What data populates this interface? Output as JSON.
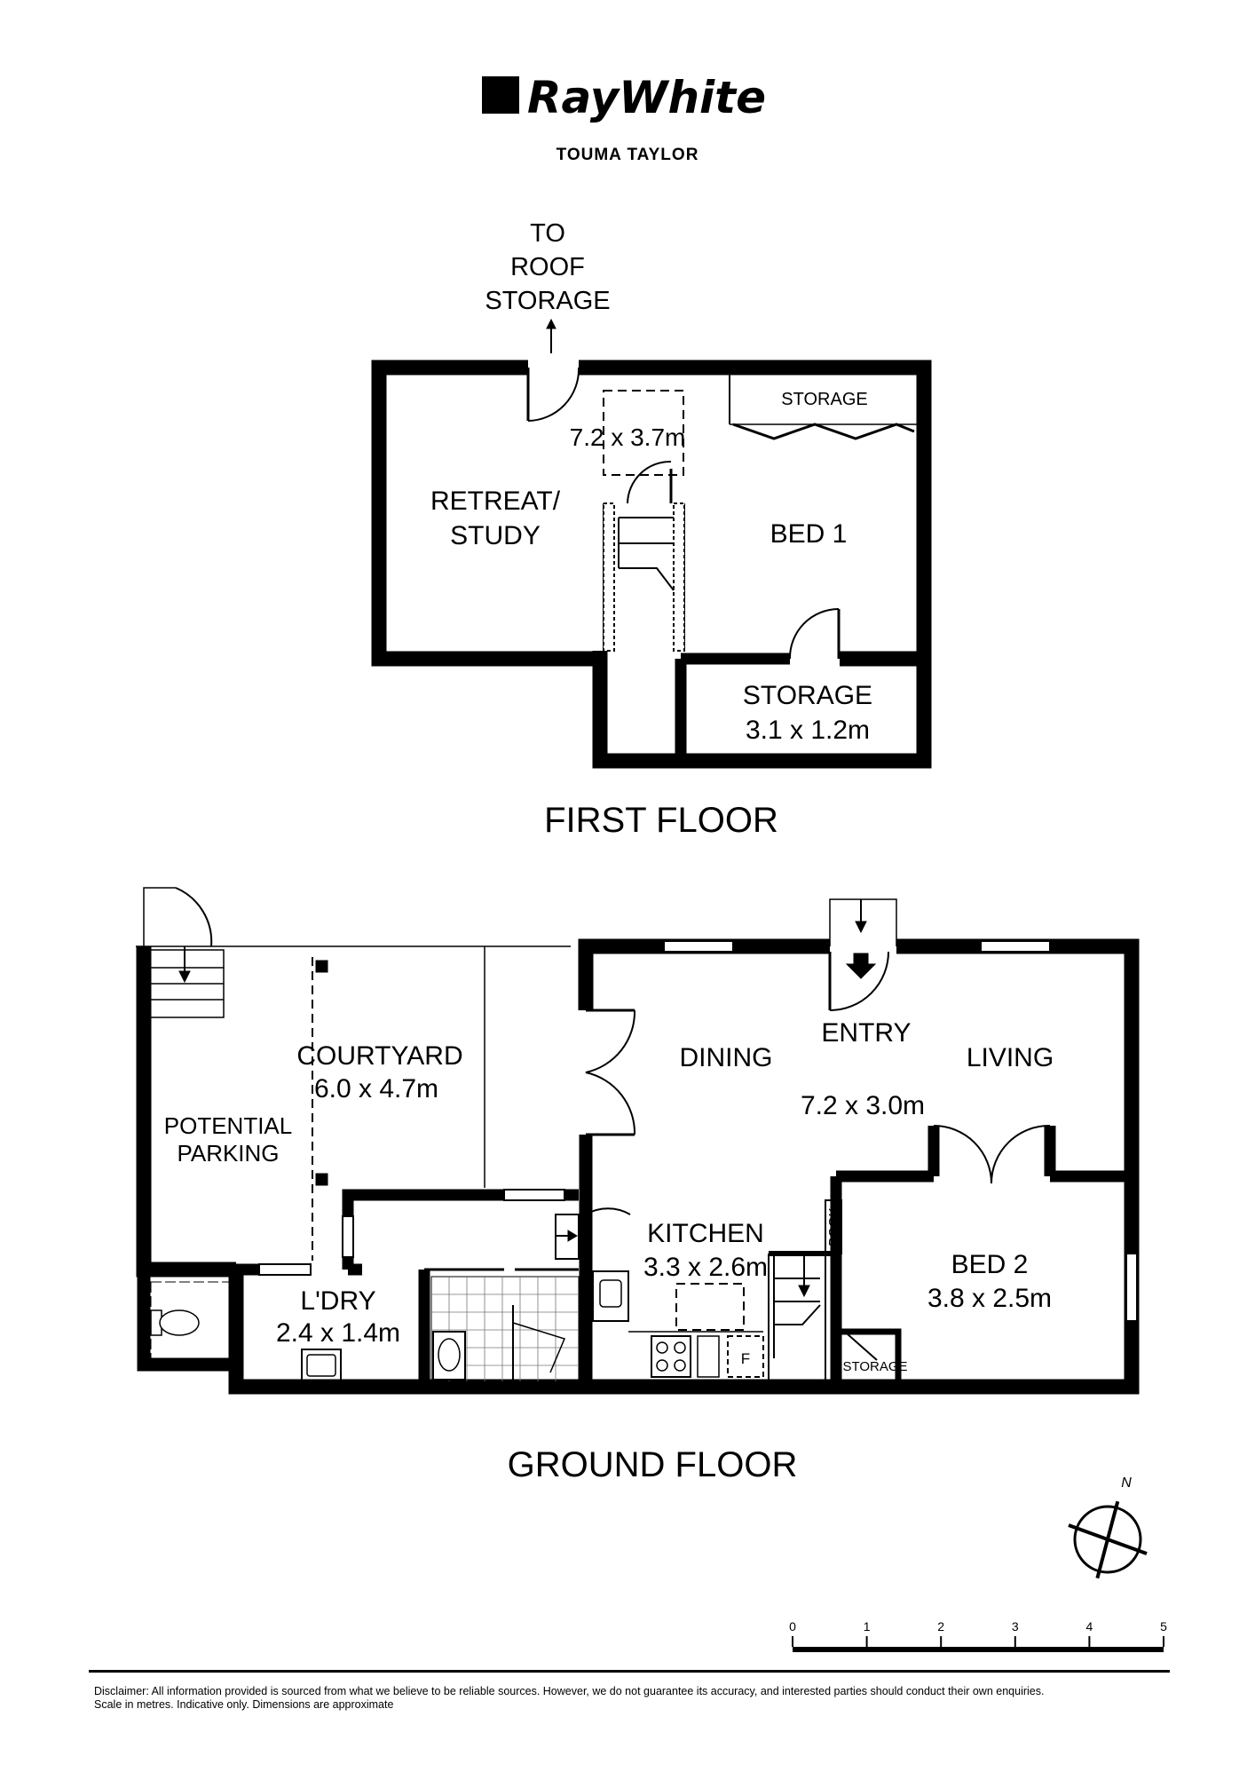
{
  "brand": {
    "name": "RayWhite",
    "office": "TOUMA TAYLOR"
  },
  "first_floor": {
    "title": "FIRST FLOOR",
    "to_roof": [
      "TO",
      "ROOF",
      "STORAGE"
    ],
    "retreat": [
      "RETREAT/",
      "STUDY"
    ],
    "bed1": "BED 1",
    "bed1_dims": "7.2 x 3.7m",
    "wardrobe": "STORAGE",
    "storage": "STORAGE",
    "storage_dims": "3.1 x 1.2m"
  },
  "ground_floor": {
    "title": "GROUND FLOOR",
    "courtyard": "COURTYARD",
    "courtyard_dims": "6.0 x 4.7m",
    "parking": [
      "POTENTIAL",
      "PARKING"
    ],
    "dining": "DINING",
    "entry": "ENTRY",
    "living": "LIVING",
    "main_dims": "7.2 x 3.0m",
    "kitchen": "KITCHEN",
    "kitchen_dims": "3.3 x 2.6m",
    "laundry": "L'DRY",
    "laundry_dims": "2.4 x 1.4m",
    "bed2": "BED 2",
    "bed2_dims": "3.8 x 2.5m",
    "book": "BOOK",
    "storage": "STORAGE",
    "fridge": "F"
  },
  "compass": {
    "north": "N"
  },
  "scale": {
    "ticks": [
      "0",
      "1",
      "2",
      "3",
      "4",
      "5"
    ]
  },
  "disclaimer": [
    "Disclaimer: All information provided is sourced from what we believe to be reliable sources. However, we do not guarantee  its accuracy, and interested parties should conduct their own enquiries.",
    "Scale in metres. Indicative only. Dimensions are approximate"
  ]
}
